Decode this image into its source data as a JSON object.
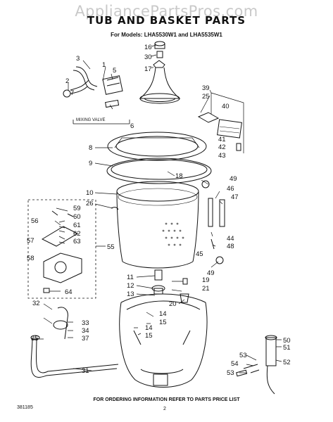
{
  "watermark": "AppliancePartsPros.com",
  "title": "TUB AND BASKET PARTS",
  "models": "For Models: LHA5530W1 and LHA5535W1",
  "mixing_valve": "MIXING VALVE",
  "footer": "FOR ORDERING INFORMATION REFER TO PARTS PRICE LIST",
  "code": "381185",
  "page": "2",
  "callouts": {
    "c1": "1",
    "c2": "2",
    "c3": "3",
    "c5": "5",
    "c6": "6",
    "c7": "7",
    "c8": "8",
    "c9": "9",
    "c10": "10",
    "c11": "11",
    "c12": "12",
    "c13": "13",
    "c14a": "14",
    "c14b": "14",
    "c15a": "15",
    "c15b": "15",
    "c16": "16",
    "c17": "17",
    "c18": "18",
    "c19": "19",
    "c20": "20",
    "c21": "21",
    "c25": "25",
    "c26": "26",
    "c30": "30",
    "c31": "31",
    "c32": "32",
    "c33": "33",
    "c34": "34",
    "c35": "35",
    "c37": "37",
    "c39": "39",
    "c40": "40",
    "c41": "41",
    "c42": "42",
    "c43": "43",
    "c44": "44",
    "c45": "45",
    "c46": "46",
    "c47": "47",
    "c48": "48",
    "c49a": "49",
    "c49b": "49",
    "c50": "50",
    "c51": "51",
    "c52": "52",
    "c53a": "53",
    "c53b": "53",
    "c54": "54",
    "c55": "55",
    "c56": "56",
    "c57": "57",
    "c58": "58",
    "c59": "59",
    "c60": "60",
    "c61": "61",
    "c62": "62",
    "c63": "63",
    "c64": "64"
  }
}
